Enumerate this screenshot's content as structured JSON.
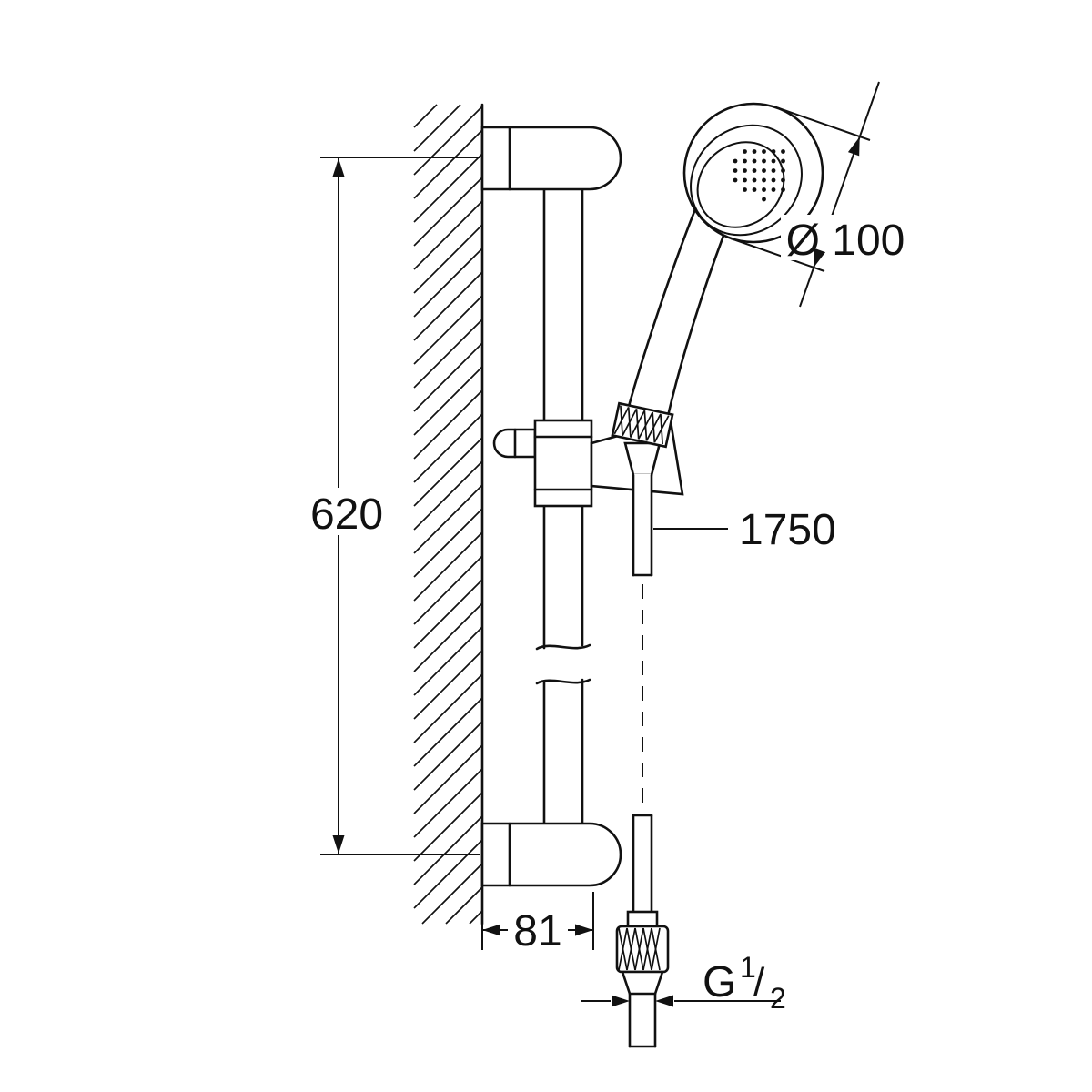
{
  "dimensions": {
    "rail_height": "620",
    "head_diameter": "Ø 100",
    "hose_length": "1750",
    "wall_offset": "81"
  },
  "thread_label": {
    "prefix": "G",
    "numerator": "1",
    "slash": "/",
    "denominator": "2"
  }
}
